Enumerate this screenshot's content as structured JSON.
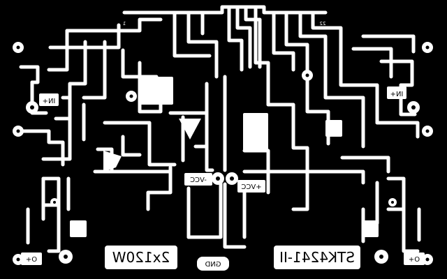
{
  "board": {
    "title": "STK4241-II",
    "power_rating": "2x120W",
    "pin_first": "1",
    "pin_last": "22"
  },
  "labels": {
    "input_left": "IN+",
    "input_right": "IN+",
    "output_left": "O+",
    "output_right": "O+",
    "neg_supply": "-VCC",
    "pos_supply": "+VCC",
    "ground": "GND"
  },
  "colors": {
    "copper": "#000000",
    "substrate": "#ffffff"
  }
}
